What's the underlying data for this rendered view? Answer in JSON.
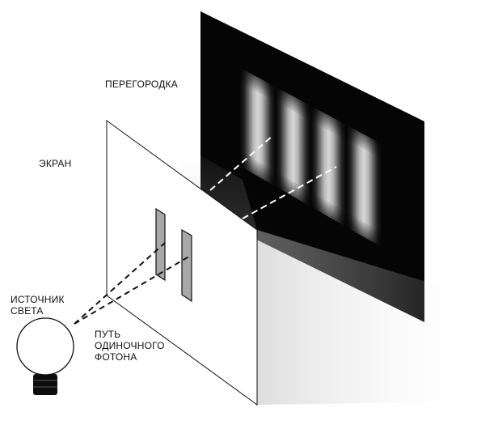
{
  "labels": {
    "partition": "ПЕРЕГОРОДКА",
    "screen": "ЭКРАН",
    "source_line1": "ИСТОЧНИК",
    "source_line2": "СВЕТА",
    "path_line1": "ПУТЬ",
    "path_line2": "ОДИНОЧНОГО",
    "path_line3": "ФОТОНА"
  },
  "colors": {
    "background": "#ffffff",
    "back_screen": "#050505",
    "front_panel": "#ffffff",
    "outline": "#111111",
    "fringe_bright": "#d8d8d8",
    "slit_fill": "#a8a8a8",
    "bulb_base": "#0d0d0d"
  },
  "fringes": {
    "bright_band_count": 4
  },
  "slits": {
    "count": 2
  }
}
